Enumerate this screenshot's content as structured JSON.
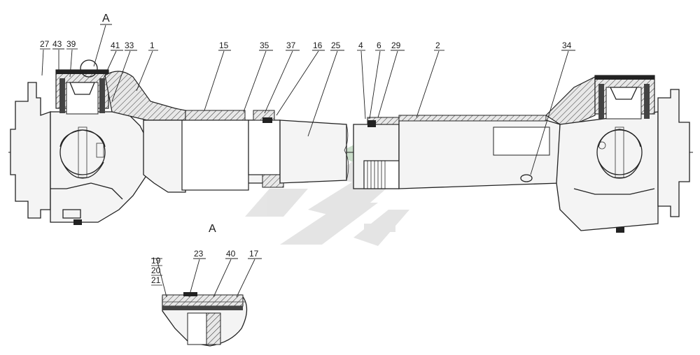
{
  "section_labels": {
    "top": "A",
    "middle": "A"
  },
  "callouts": [
    "27",
    "43",
    "39",
    "41",
    "33",
    "1",
    "15",
    "35",
    "37",
    "16",
    "25",
    "4",
    "6",
    "29",
    "2",
    "34"
  ],
  "detail_callouts": {
    "stack": [
      "19",
      "20",
      "21"
    ],
    "others": [
      "23",
      "40",
      "17"
    ]
  },
  "watermark": "gray-logo-mark"
}
